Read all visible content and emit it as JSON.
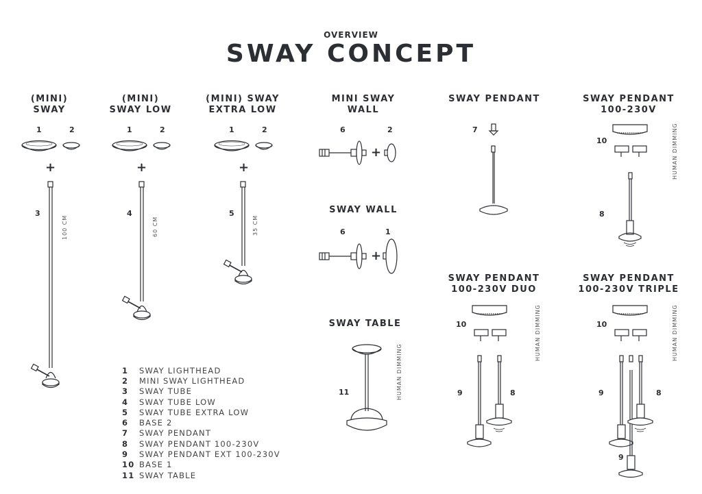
{
  "header": {
    "eyebrow": "OVERVIEW",
    "title": "SWAY CONCEPT"
  },
  "columns": [
    {
      "heading": [
        "(MINI)",
        "SWAY"
      ],
      "parts": [
        "1",
        "2"
      ],
      "tube_num": "3",
      "length": "100 CM"
    },
    {
      "heading": [
        "(MINI)",
        "SWAY LOW"
      ],
      "parts": [
        "1",
        "2"
      ],
      "tube_num": "4",
      "length": "60 CM"
    },
    {
      "heading": [
        "(MINI) SWAY",
        "EXTRA LOW"
      ],
      "parts": [
        "1",
        "2"
      ],
      "tube_num": "5",
      "length": "35 CM"
    }
  ],
  "plus": "+",
  "mini_sway_wall": {
    "heading": [
      "MINI SWAY",
      "WALL"
    ],
    "parts": [
      "6",
      "2"
    ]
  },
  "sway_wall": {
    "heading": "SWAY WALL",
    "parts": [
      "6",
      "1"
    ]
  },
  "sway_table": {
    "heading": "SWAY TABLE",
    "num": "11",
    "dimming": "HUMAN DIMMING"
  },
  "sway_pendant": {
    "heading": "SWAY PENDANT",
    "num": "7"
  },
  "pendant_230": {
    "heading": [
      "SWAY PENDANT",
      "100-230V"
    ],
    "base": "10",
    "lamp": "8",
    "dimming": "HUMAN DIMMING"
  },
  "pendant_duo": {
    "heading": [
      "SWAY PENDANT",
      "100-230V DUO"
    ],
    "base": "10",
    "left": "9",
    "right": "8",
    "dimming": "HUMAN DIMMING"
  },
  "pendant_triple": {
    "heading": [
      "SWAY PENDANT",
      "100-230V TRIPLE"
    ],
    "base": "10",
    "left": "9",
    "right": "8",
    "bottom": "9",
    "dimming": "HUMAN DIMMING"
  },
  "legend": [
    {
      "n": "1",
      "t": "SWAY LIGHTHEAD"
    },
    {
      "n": "2",
      "t": "MINI SWAY LIGHTHEAD"
    },
    {
      "n": "3",
      "t": "SWAY TUBE"
    },
    {
      "n": "4",
      "t": "SWAY TUBE LOW"
    },
    {
      "n": "5",
      "t": "SWAY TUBE EXTRA LOW"
    },
    {
      "n": "6",
      "t": "BASE 2"
    },
    {
      "n": "7",
      "t": "SWAY PENDANT"
    },
    {
      "n": "8",
      "t": "SWAY PENDANT 100-230V"
    },
    {
      "n": "9",
      "t": "SWAY PENDANT EXT 100-230V"
    },
    {
      "n": "10",
      "t": "BASE 1"
    },
    {
      "n": "11",
      "t": "SWAY TABLE"
    }
  ]
}
